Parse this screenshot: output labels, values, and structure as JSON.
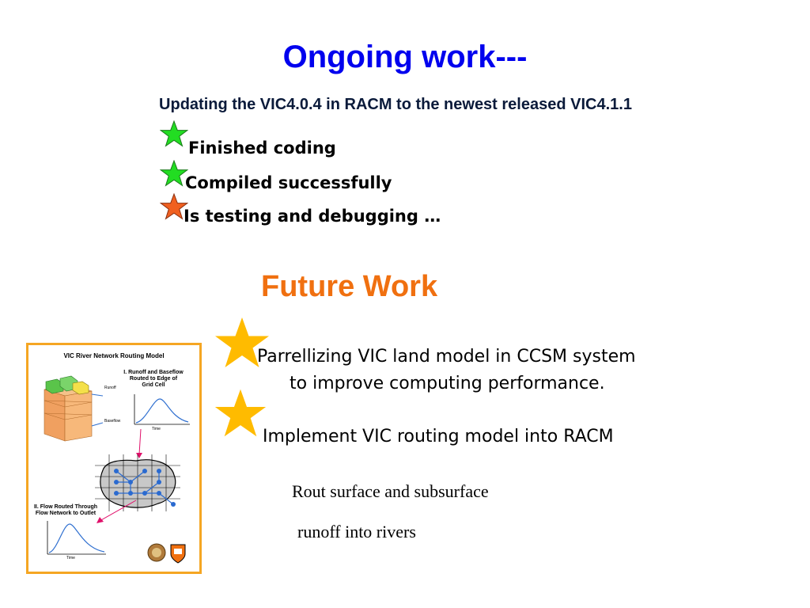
{
  "header": {
    "title": "Ongoing work---",
    "subtitle": "Updating the VIC4.0.4 in RACM to the newest released VIC4.1.1"
  },
  "ongoing_items": [
    {
      "label": "Finished coding",
      "star_color": "#22dd22"
    },
    {
      "label": "Compiled successfully",
      "star_color": "#22dd22"
    },
    {
      "label": "Is testing and debugging …",
      "star_color": "#f06020"
    }
  ],
  "future": {
    "title": "Future Work",
    "item1_line1": "Parrellizing VIC land model in CCSM system",
    "item1_line2": "to improve computing performance.",
    "item2": "Implement VIC routing model into RACM",
    "note_line1": "Rout surface and subsurface",
    "note_line2": "runoff into rivers",
    "star_color": "#ffbb00"
  },
  "figure": {
    "title": "VIC River Network Routing Model",
    "step1_line1": "I. Runoff and Baseflow",
    "step1_line2": "Routed to Edge of",
    "step1_line3": "Grid Cell",
    "runoff_label": "Runoff",
    "baseflow_label": "Baseflow",
    "time_label": "Time",
    "step2_line1": "II. Flow Routed Through",
    "step2_line2": "Flow Network to Outlet",
    "time_label2": "Time",
    "border_color": "#f5a623"
  }
}
